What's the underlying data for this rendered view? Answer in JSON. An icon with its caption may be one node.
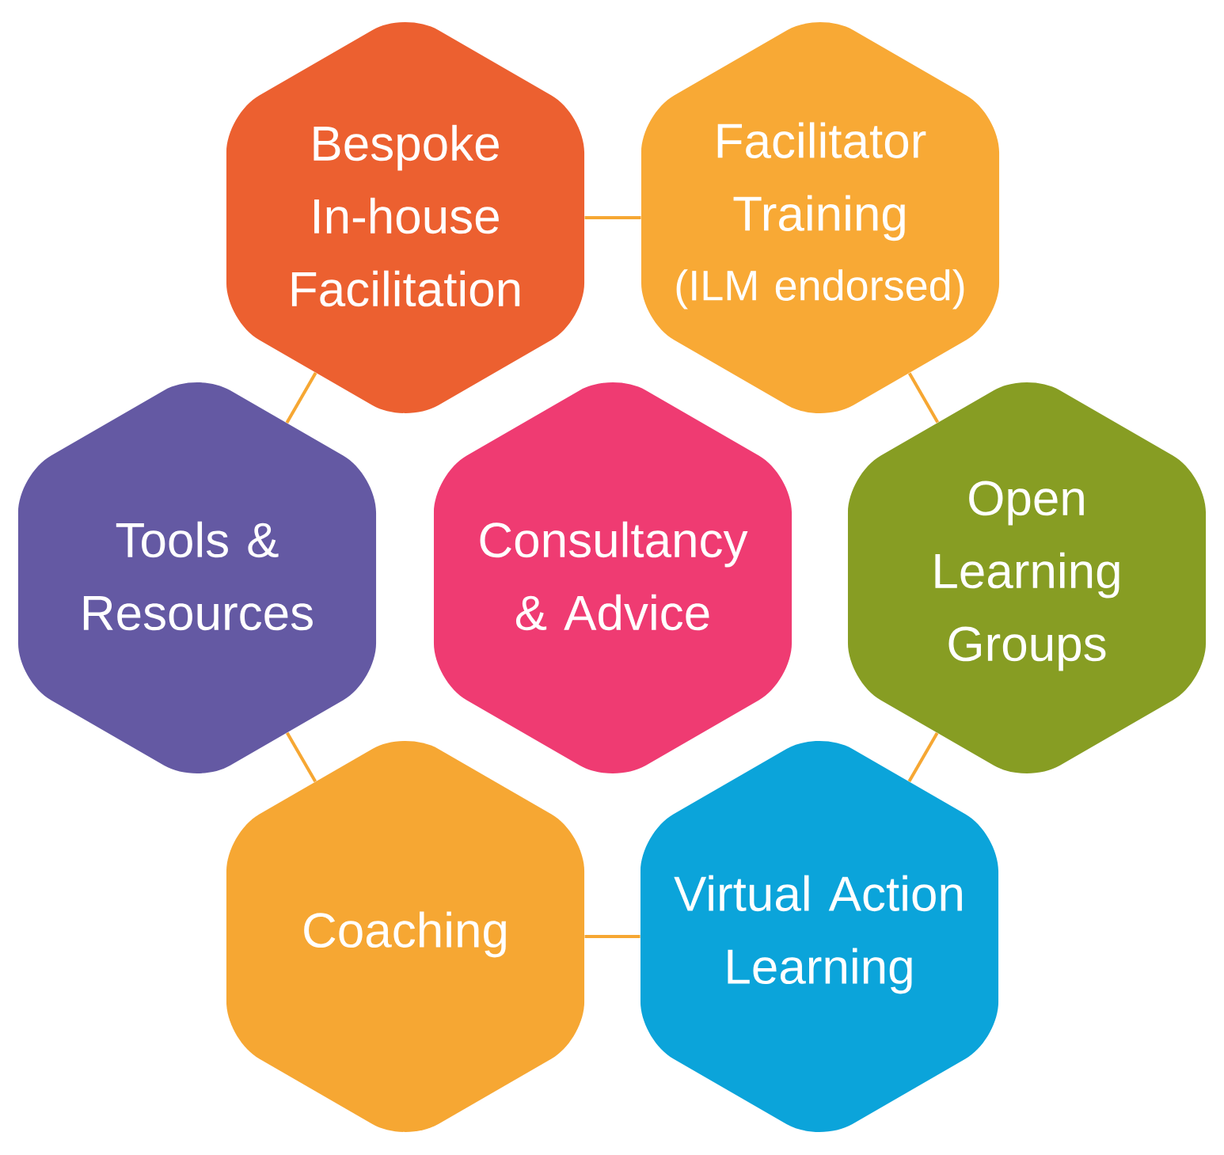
{
  "diagram": {
    "nodes": [
      {
        "text": [
          "Bespoke In-house Facilitation"
        ]
      },
      {
        "text": [
          "Facilitator Training",
          "(ILM endorsed)"
        ]
      },
      {
        "text": [
          "Tools & Resources"
        ]
      },
      {
        "text": [
          "Consultancy & Advice"
        ]
      },
      {
        "text": [
          "Open Learning Groups"
        ]
      },
      {
        "text": [
          "Coaching"
        ]
      },
      {
        "text": [
          "Virtual Action Learning"
        ]
      }
    ],
    "edges": [
      {
        "from": 0,
        "to": 1,
        "arrow": "none"
      },
      {
        "from": 0,
        "to": 2,
        "arrow": "none"
      },
      {
        "from": 1,
        "to": 4,
        "arrow": "none"
      },
      {
        "from": 2,
        "to": 5,
        "arrow": "none"
      },
      {
        "from": 4,
        "to": 6,
        "arrow": "none"
      },
      {
        "from": 5,
        "to": 6,
        "arrow": "none"
      }
    ]
  }
}
